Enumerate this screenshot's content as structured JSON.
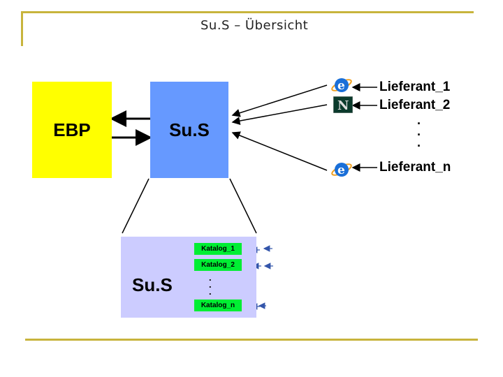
{
  "title": "Su.S – Übersicht",
  "nodes": {
    "ebp": "EBP",
    "sus": "Su.S",
    "sus_detail": "Su.S"
  },
  "katalog": [
    "Katalog_1",
    "Katalog_2",
    "Katalog_n"
  ],
  "katalog_dots": ".\n.\n.",
  "lieferanten": [
    "Lieferant_1",
    "Lieferant_2",
    "Lieferant_n"
  ],
  "lieferant_dots": ".\n.\n.",
  "icons": [
    "internet-explorer-icon",
    "netscape-icon",
    "internet-explorer-icon"
  ],
  "colors": {
    "ebp": "#ffff00",
    "sus": "#6699ff",
    "sus_detail": "#ccccff",
    "katalog": "#00ee33",
    "frame": "#c8b43c"
  }
}
